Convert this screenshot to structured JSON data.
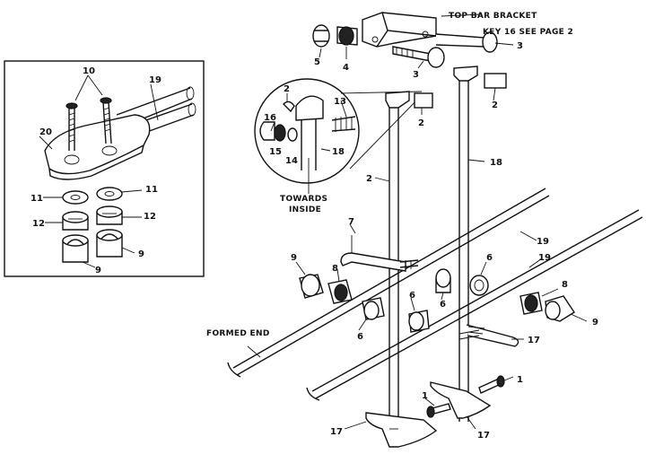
{
  "labels": {
    "top_bar_bracket": "TOP BAR BRACKET",
    "key_note": "KEY 16 SEE PAGE 2",
    "towards_inside_1": "TOWARDS",
    "towards_inside_2": "INSIDE",
    "formed_end": "FORMED END"
  },
  "part_numbers": {
    "p1": "1",
    "p2": "2",
    "p3": "3",
    "p4": "4",
    "p5": "5",
    "p6": "6",
    "p7": "7",
    "p8": "8",
    "p9": "9",
    "p10": "10",
    "p11": "11",
    "p12": "12",
    "p13": "13",
    "p14": "14",
    "p15": "15",
    "p16": "16",
    "p17": "17",
    "p18": "18",
    "p19": "19",
    "p20": "20"
  }
}
